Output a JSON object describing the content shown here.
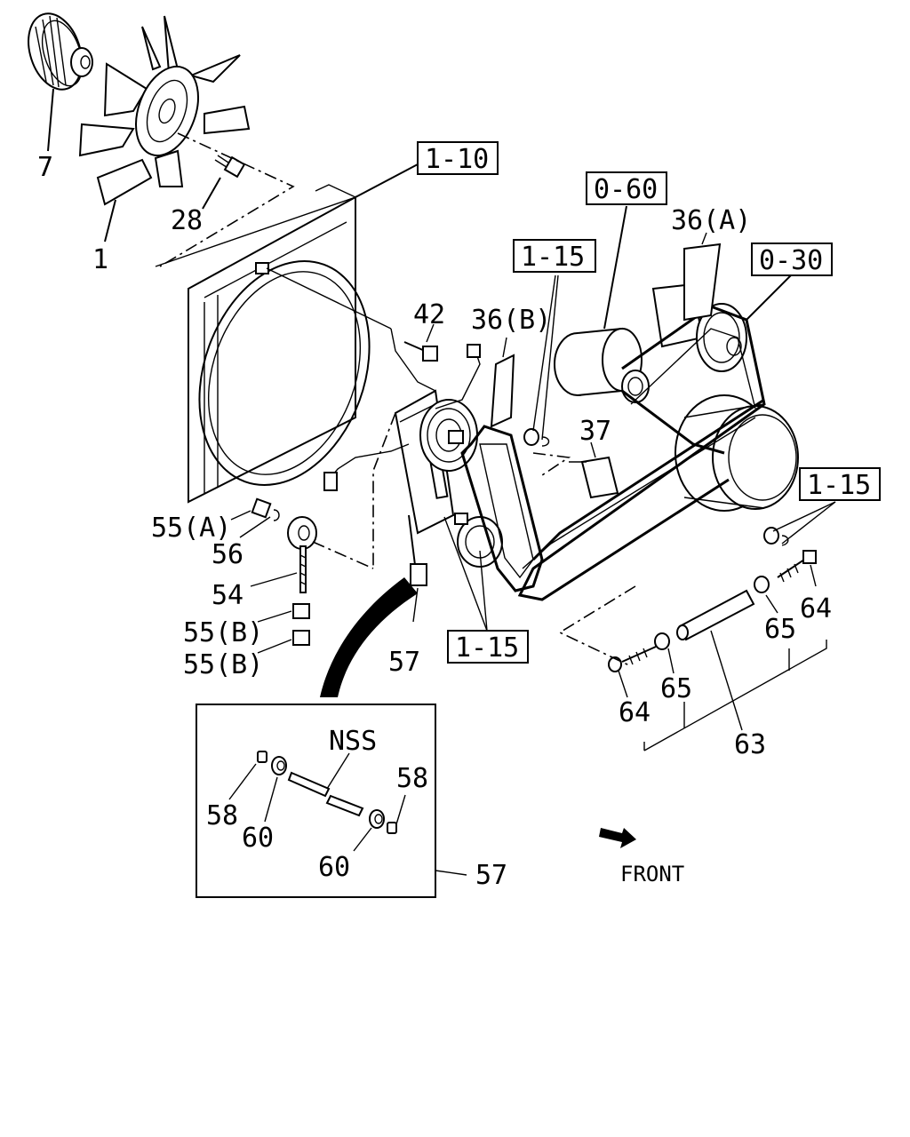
{
  "callouts": [
    {
      "id": "c7",
      "text": "7"
    },
    {
      "id": "c1",
      "text": "1"
    },
    {
      "id": "c28",
      "text": "28"
    },
    {
      "id": "c42",
      "text": "42"
    },
    {
      "id": "c36b",
      "text": "36(B)"
    },
    {
      "id": "c36a",
      "text": "36(A)"
    },
    {
      "id": "c37",
      "text": "37"
    },
    {
      "id": "c55a",
      "text": "55(A)"
    },
    {
      "id": "c56",
      "text": "56"
    },
    {
      "id": "c54",
      "text": "54"
    },
    {
      "id": "c55b1",
      "text": "55(B)"
    },
    {
      "id": "c55b2",
      "text": "55(B)"
    },
    {
      "id": "c57",
      "text": "57"
    },
    {
      "id": "c64r",
      "text": "64"
    },
    {
      "id": "c65r",
      "text": "65"
    },
    {
      "id": "c64l",
      "text": "64"
    },
    {
      "id": "c65l",
      "text": "65"
    },
    {
      "id": "c63",
      "text": "63"
    }
  ],
  "refs": [
    {
      "id": "r110",
      "text": "1-10"
    },
    {
      "id": "r060",
      "text": "0-60"
    },
    {
      "id": "r030",
      "text": "0-30"
    },
    {
      "id": "r115a",
      "text": "1-15"
    },
    {
      "id": "r115b",
      "text": "1-15"
    },
    {
      "id": "r115c",
      "text": "1-15"
    }
  ],
  "inset": {
    "nss": "NSS",
    "c58a": "58",
    "c60a": "60",
    "c58b": "58",
    "c60b": "60",
    "c57": "57"
  },
  "front": "FRONT"
}
